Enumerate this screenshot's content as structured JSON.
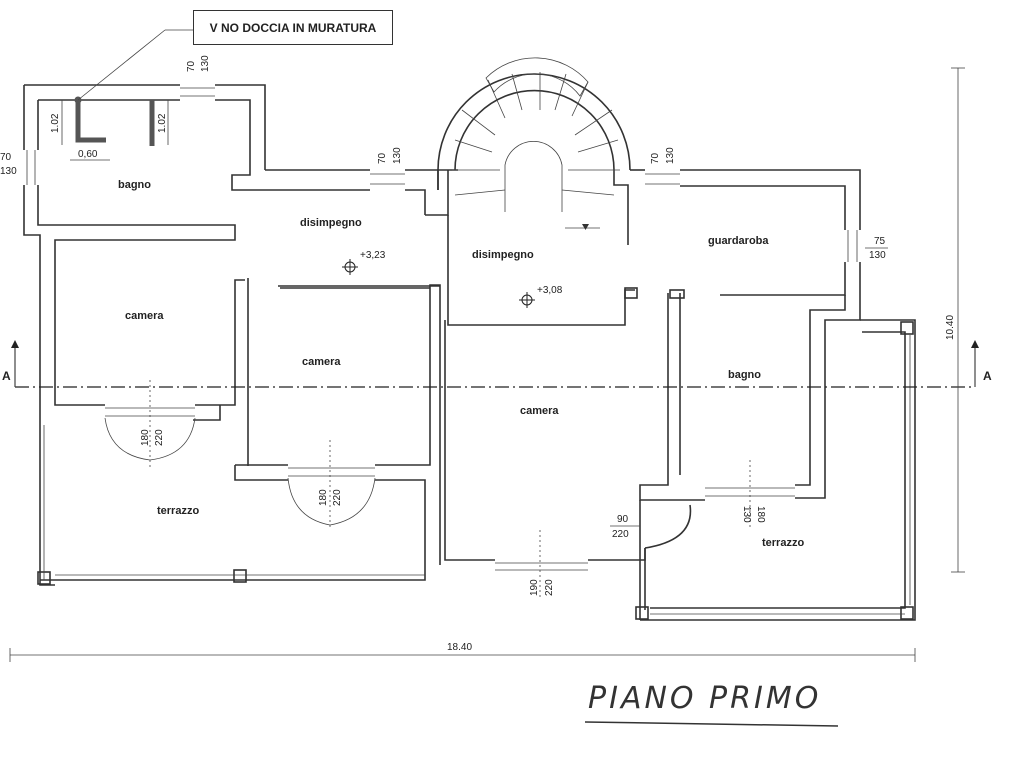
{
  "note": "V NO DOCCIA IN MURATURA",
  "rooms": {
    "bagno_left": "bagno",
    "disimpegno_left": "disimpegno",
    "disimpegno_center": "disimpegno",
    "guardaroba": "guardaroba",
    "camera_left": "camera",
    "camera_mid": "camera",
    "camera_center": "camera",
    "bagno_right": "bagno",
    "terrazzo_left": "terrazzo",
    "terrazzo_right": "terrazzo"
  },
  "levels": {
    "left": "+3,23",
    "center": "+3,08"
  },
  "dims": {
    "shower_h1": "1.02",
    "shower_h2": "1.02",
    "shower_w": "0,60",
    "win_top_left_a": "70",
    "win_top_left_b": "130",
    "win_left_a": "70",
    "win_left_b": "130",
    "win_disimp_a": "70",
    "win_disimp_b": "130",
    "win_guard_a": "70",
    "win_guard_b": "130",
    "win_right_a": "75",
    "win_right_b": "130",
    "door_left_a": "180",
    "door_left_b": "220",
    "door_mid_a": "180",
    "door_mid_b": "220",
    "door_bottom_a": "190",
    "door_bottom_b": "220",
    "door_right_a": "90",
    "door_right_b": "220",
    "win_bagno_a": "130",
    "win_bagno_b": "180",
    "total_width": "18.40",
    "total_height": "10.40"
  },
  "section": {
    "left": "A",
    "right": "A"
  },
  "title": "PIANO PRIMO"
}
